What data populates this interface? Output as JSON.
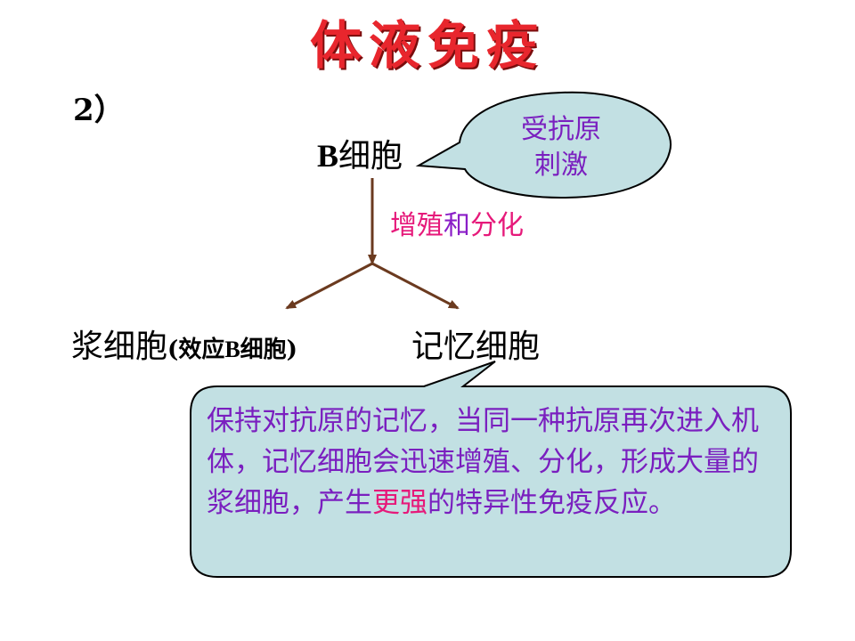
{
  "title": "体液免疫",
  "step": "2）",
  "root": {
    "latin": "B",
    "cjk": "细胞"
  },
  "bubble": {
    "line1": "受抗原",
    "line2": "刺激"
  },
  "process": {
    "part1": "增殖",
    "part2": "和",
    "part3": "分化"
  },
  "children": {
    "plasma": {
      "main": "浆细胞",
      "open": "(效应",
      "latin": "B",
      "close": "细胞)"
    },
    "memory": "记忆细胞"
  },
  "callout": {
    "text_before": "保持对抗原的记忆，当同一种抗原再次进入机体，记忆细胞会迅速增殖、分化，形成大量的浆细胞，产生",
    "highlight": "更强",
    "text_after": "的特异性免疫反应。"
  },
  "colors": {
    "title": "#e8262d",
    "bubble_fill": "#c2e0e3",
    "arrow": "#6b3a1f",
    "text_violet": "#7a1fbf",
    "text_pink": "#e6197a"
  }
}
